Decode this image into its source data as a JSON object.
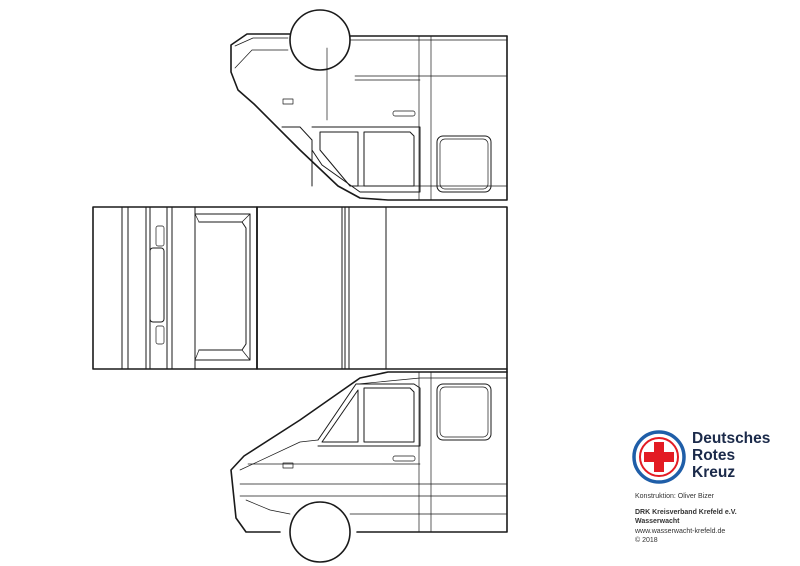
{
  "logo": {
    "line1": "Deutsches",
    "line2": "Rotes",
    "line3": "Kreuz",
    "ring_colors": {
      "outer": "#1f5ea8",
      "inner": "#e31b23",
      "cross": "#e31b23"
    }
  },
  "credits": {
    "design": "Konstruktion: Oliver Bizer",
    "org_name": "DRK Kreisverband Krefeld e.V.",
    "org_unit": "Wasserwacht",
    "website": "www.wasserwacht-krefeld.de",
    "copyright": "© 2018"
  }
}
